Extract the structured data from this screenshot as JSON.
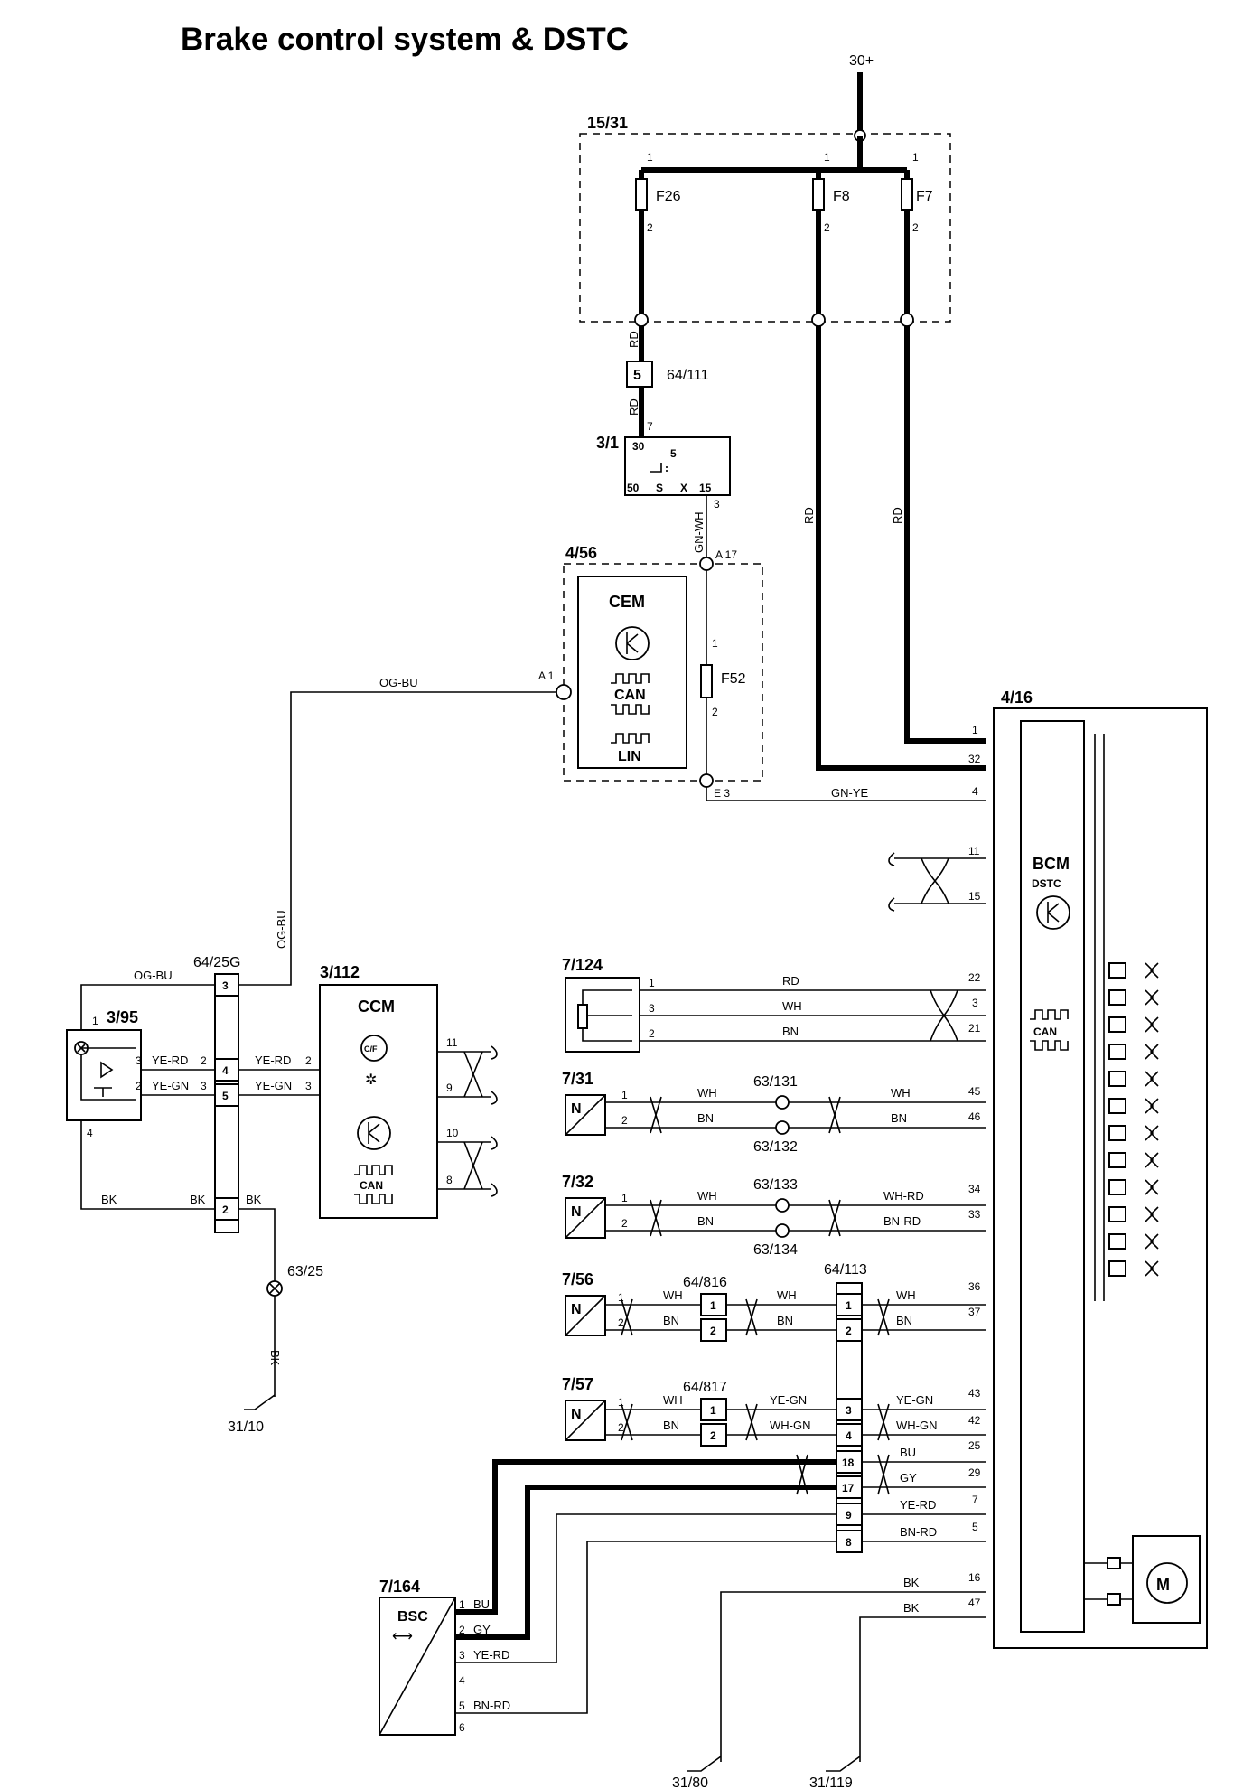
{
  "title": "Brake control system & DSTC",
  "supply": "30+",
  "fuse_box": {
    "code": "15/31",
    "fuses": [
      {
        "name": "F26",
        "pin_in": "1",
        "pin_out": "2"
      },
      {
        "name": "F8",
        "pin_in": "1",
        "pin_out": "2"
      },
      {
        "name": "F7",
        "pin_in": "1",
        "pin_out": "2"
      }
    ]
  },
  "connector_64_111": {
    "code": "64/111",
    "pin": "5"
  },
  "ignition_switch": {
    "code": "3/1",
    "pins": [
      "30",
      "5",
      "50",
      "S",
      "X",
      "15"
    ],
    "pin_in": "7",
    "pin_out": "3"
  },
  "cem": {
    "code": "4/56",
    "name": "CEM",
    "fuse": "F52",
    "fuse_pins": [
      "1",
      "2"
    ],
    "pin_a17": "A 17",
    "pin_a1": "A 1",
    "pin_e3": "E 3",
    "bus1": "CAN",
    "bus2": "LIN"
  },
  "bcm": {
    "code": "4/16",
    "name": "BCM",
    "sub": "DSTC",
    "bus": "CAN",
    "pins": [
      "1",
      "32",
      "4",
      "11",
      "15",
      "22",
      "3",
      "21",
      "45",
      "46",
      "34",
      "33",
      "36",
      "37",
      "43",
      "42",
      "25",
      "29",
      "7",
      "5",
      "16",
      "47"
    ]
  },
  "ccm": {
    "code": "3/112",
    "name": "CCM",
    "temp": "C/F",
    "bus": "CAN",
    "pins": [
      "11",
      "9",
      "10",
      "8",
      "2",
      "3"
    ]
  },
  "connector_64_25g": {
    "code": "64/25G",
    "pins": [
      "3",
      "4",
      "5",
      "2"
    ]
  },
  "switch_3_95": {
    "code": "3/95",
    "pins": [
      "1",
      "3",
      "2",
      "4"
    ]
  },
  "sensors": [
    {
      "code": "7/124",
      "pins": [
        "1",
        "3",
        "2"
      ]
    },
    {
      "code": "7/31",
      "pins": [
        "1",
        "2"
      ]
    },
    {
      "code": "7/32",
      "pins": [
        "1",
        "2"
      ]
    },
    {
      "code": "7/56",
      "pins": [
        "1",
        "2"
      ]
    },
    {
      "code": "7/57",
      "pins": [
        "1",
        "2"
      ]
    }
  ],
  "junctions": [
    "63/131",
    "63/132",
    "63/133",
    "63/134",
    "63/25"
  ],
  "connector_64_816": {
    "code": "64/816",
    "pins": [
      "1",
      "2"
    ]
  },
  "connector_64_817": {
    "code": "64/817",
    "pins": [
      "1",
      "2"
    ]
  },
  "connector_64_113": {
    "code": "64/113",
    "pins": [
      "1",
      "2",
      "3",
      "4",
      "18",
      "17",
      "9",
      "8"
    ]
  },
  "bsc": {
    "code": "7/164",
    "name": "BSC",
    "pins": [
      "1",
      "2",
      "3",
      "4",
      "5",
      "6"
    ]
  },
  "grounds": [
    "31/10",
    "31/80",
    "31/119"
  ],
  "wire_colors": {
    "rd": "RD",
    "og_bu": "OG-BU",
    "gn_wh": "GN-WH",
    "gn_ye": "GN-YE",
    "ye_rd": "YE-RD",
    "ye_gn": "YE-GN",
    "bk": "BK",
    "wh": "WH",
    "bn": "BN",
    "wh_rd": "WH-RD",
    "bn_rd": "BN-RD",
    "wh_gn": "WH-GN",
    "bu": "BU",
    "gy": "GY"
  }
}
